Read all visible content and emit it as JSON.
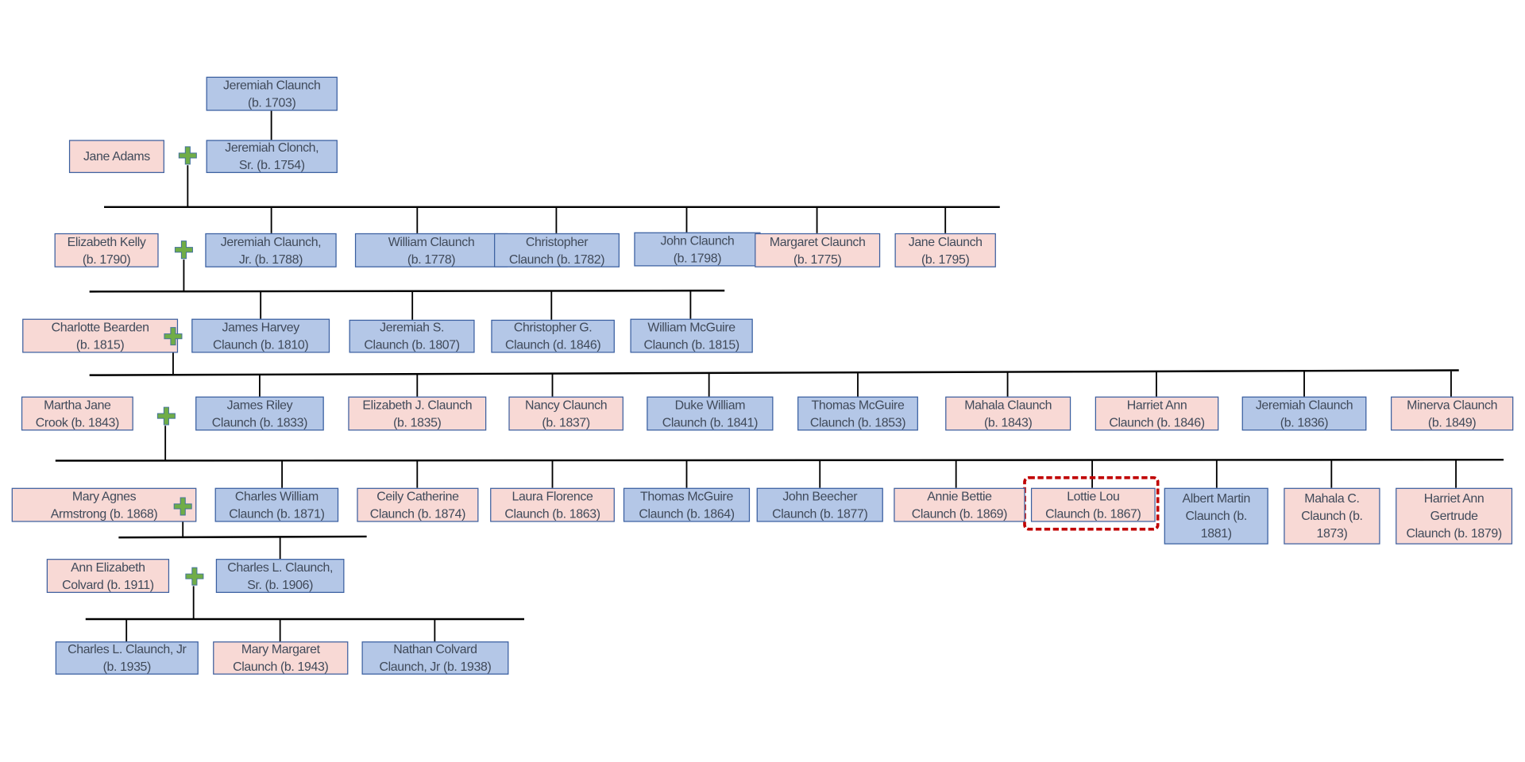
{
  "title": "Claunch family tree",
  "colors": {
    "male": "#b4c7e7",
    "female": "#f8d9d5",
    "border": "#3a5fa0",
    "marriage": "#70ad47",
    "highlight": "#c00000"
  },
  "people": [
    {
      "name": "Jeremiah Claunch\n(b. 1703)",
      "sex": "m"
    },
    {
      "name": "Jane Adams",
      "sex": "f"
    },
    {
      "name": "Jeremiah Clonch,\nSr. (b. 1754)",
      "sex": "m"
    },
    {
      "name": "Elizabeth Kelly\n(b. 1790)",
      "sex": "f"
    },
    {
      "name": "Jeremiah Claunch,\nJr. (b. 1788)",
      "sex": "m"
    },
    {
      "name": "William Claunch\n(b. 1778)",
      "sex": "m"
    },
    {
      "name": "Christopher\nClaunch (b. 1782)",
      "sex": "m"
    },
    {
      "name": "John Claunch\n(b. 1798)",
      "sex": "m"
    },
    {
      "name": "Margaret Claunch\n(b. 1775)",
      "sex": "f"
    },
    {
      "name": "Jane Claunch\n(b. 1795)",
      "sex": "f"
    },
    {
      "name": "Charlotte Bearden\n(b. 1815)",
      "sex": "f"
    },
    {
      "name": "James Harvey\nClaunch (b. 1810)",
      "sex": "m"
    },
    {
      "name": "Jeremiah S.\nClaunch (b. 1807)",
      "sex": "m"
    },
    {
      "name": "Christopher G.\nClaunch (d. 1846)",
      "sex": "m"
    },
    {
      "name": "William McGuire\nClaunch (b. 1815)",
      "sex": "m"
    },
    {
      "name": "Martha Jane\nCrook (b. 1843)",
      "sex": "f"
    },
    {
      "name": "James Riley\nClaunch (b. 1833)",
      "sex": "m"
    },
    {
      "name": "Elizabeth J. Claunch\n(b. 1835)",
      "sex": "f"
    },
    {
      "name": "Nancy Claunch\n(b. 1837)",
      "sex": "f"
    },
    {
      "name": "Duke William\nClaunch (b. 1841)",
      "sex": "m"
    },
    {
      "name": "Thomas McGuire\nClaunch (b. 1853)",
      "sex": "m"
    },
    {
      "name": "Mahala Claunch\n(b. 1843)",
      "sex": "f"
    },
    {
      "name": "Harriet Ann\nClaunch (b. 1846)",
      "sex": "f"
    },
    {
      "name": "Jeremiah Claunch\n(b. 1836)",
      "sex": "m"
    },
    {
      "name": "Minerva Claunch\n(b. 1849)",
      "sex": "f"
    },
    {
      "name": "Mary Agnes\nArmstrong (b. 1868)",
      "sex": "f"
    },
    {
      "name": "Charles William\nClaunch (b. 1871)",
      "sex": "m"
    },
    {
      "name": "Ceily Catherine\nClaunch (b. 1874)",
      "sex": "f"
    },
    {
      "name": "Laura Florence\nClaunch (b. 1863)",
      "sex": "f"
    },
    {
      "name": "Thomas McGuire\nClaunch (b. 1864)",
      "sex": "m"
    },
    {
      "name": "John Beecher\nClaunch (b. 1877)",
      "sex": "m"
    },
    {
      "name": "Annie Bettie\nClaunch (b. 1869)",
      "sex": "f"
    },
    {
      "name": "Lottie Lou\nClaunch (b. 1867)",
      "sex": "f"
    },
    {
      "name": "Albert Martin\nClaunch (b.\n1881)",
      "sex": "m"
    },
    {
      "name": "Mahala C.\nClaunch (b.\n1873)",
      "sex": "f"
    },
    {
      "name": "Harriet Ann\nGertrude\nClaunch (b. 1879)",
      "sex": "f"
    },
    {
      "name": "Ann Elizabeth\nColvard (b. 1911)",
      "sex": "f"
    },
    {
      "name": "Charles L. Claunch,\nSr. (b. 1906)",
      "sex": "m"
    },
    {
      "name": "Charles L. Claunch, Jr\n(b. 1935)",
      "sex": "m"
    },
    {
      "name": "Mary Margaret\nClaunch (b. 1943)",
      "sex": "f"
    },
    {
      "name": "Nathan Colvard\nClaunch, Jr (b. 1938)",
      "sex": "m"
    }
  ],
  "highlighted": "Lottie Lou\nClaunch (b. 1867)"
}
